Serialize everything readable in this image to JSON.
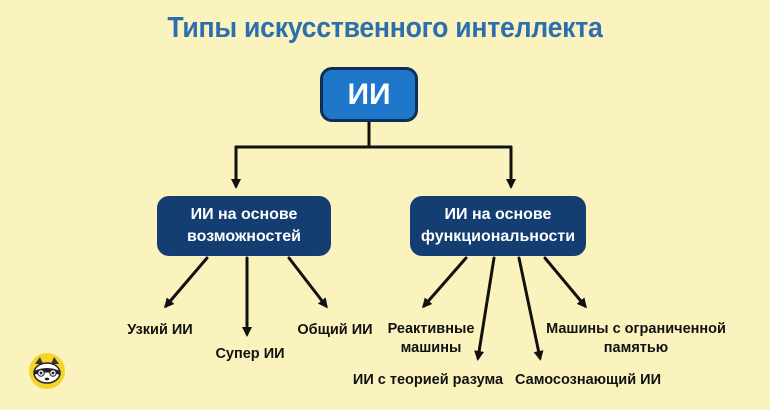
{
  "title": "Типы искусственного интеллекта",
  "root": {
    "label": "ИИ"
  },
  "branches": [
    {
      "label": "ИИ на основе\nвозможностей"
    },
    {
      "label": "ИИ на основе\nфункциональности"
    }
  ],
  "leaves_left": [
    {
      "label": "Узкий ИИ"
    },
    {
      "label": "Супер ИИ"
    },
    {
      "label": "Общий ИИ"
    }
  ],
  "leaves_right": [
    {
      "label": "Реактивные\nмашины"
    },
    {
      "label": "ИИ с теорией разума"
    },
    {
      "label": "Самосознающий ИИ"
    },
    {
      "label": "Машины с ограниченной\nпамятью"
    }
  ],
  "colors": {
    "background": "#fbf3bd",
    "title": "#2d6fae",
    "root_box": "#1f77c9",
    "branch_box": "#143e72",
    "arrows": "#111111"
  },
  "logo_icon": "raccoon-mascot-icon"
}
